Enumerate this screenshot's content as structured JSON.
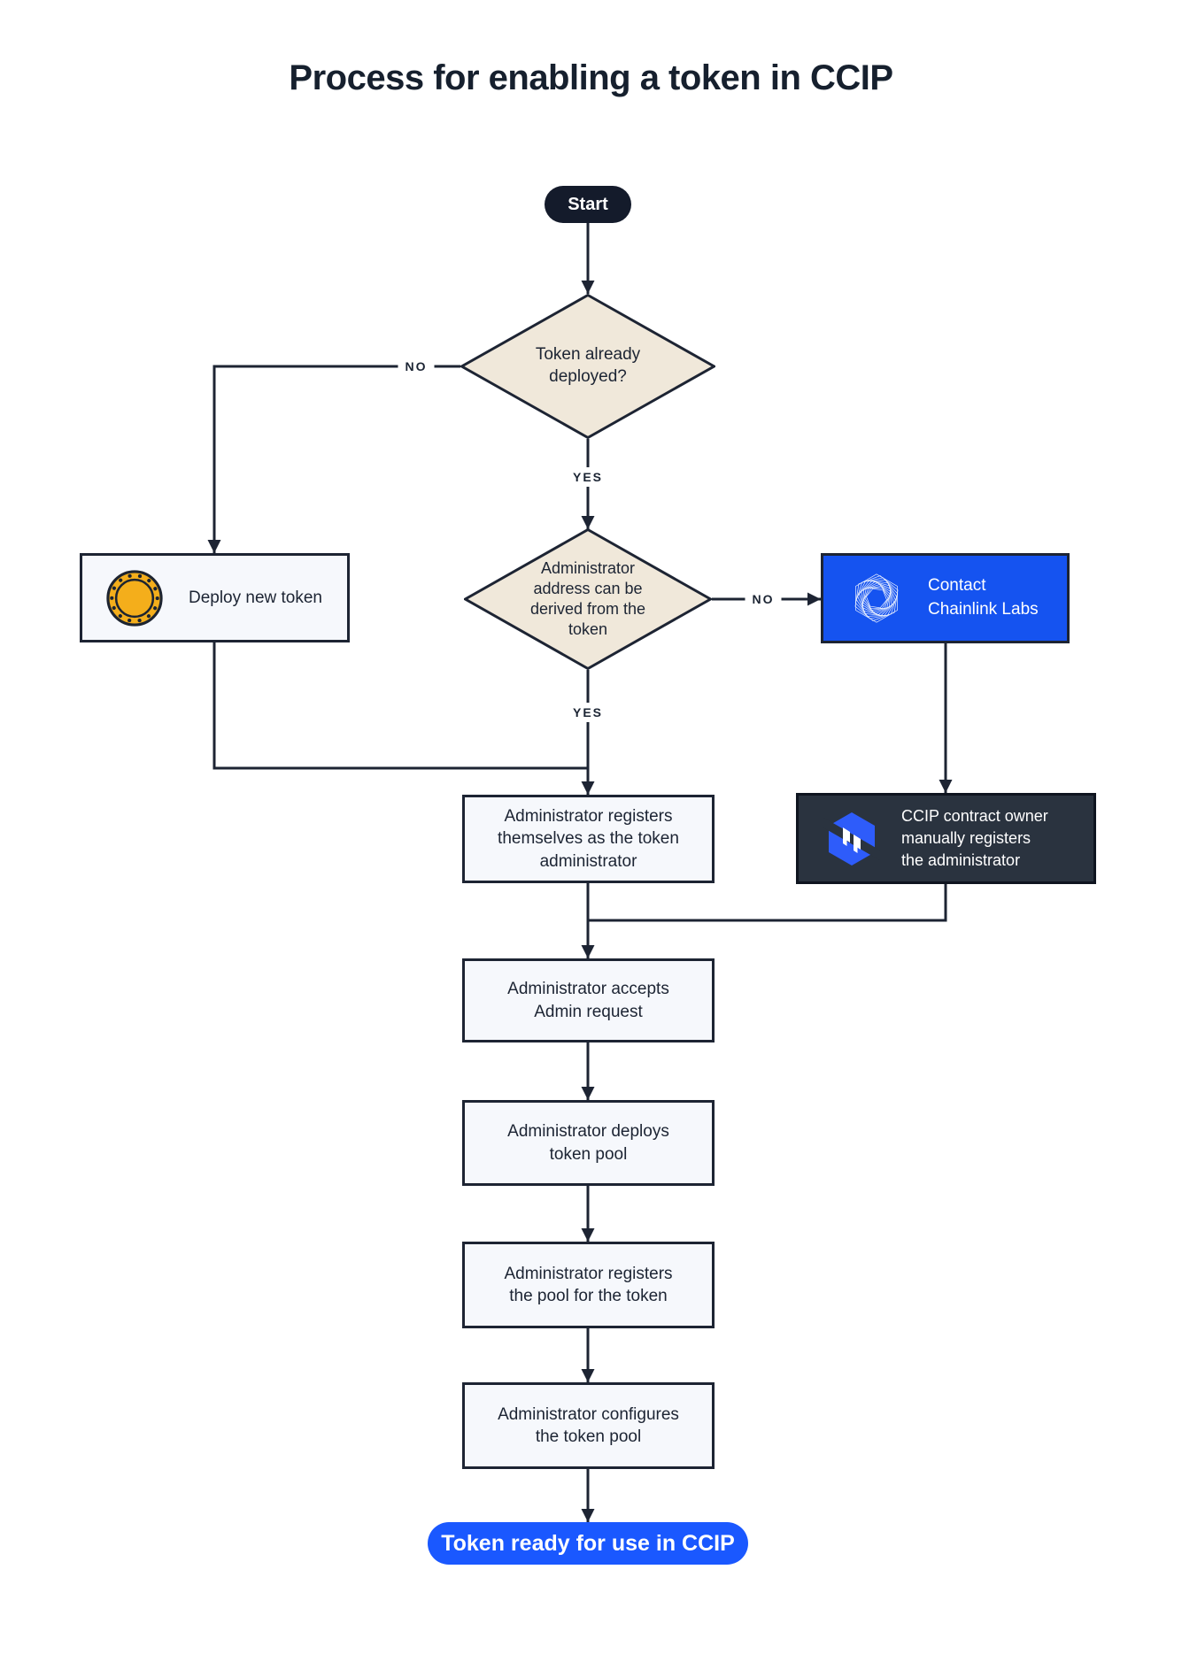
{
  "title": "Process for enabling a token in CCIP",
  "nodes": {
    "start": {
      "label": "Start",
      "type": "terminator"
    },
    "token_deployed": {
      "label": "Token already\ndeployed?",
      "type": "decision"
    },
    "deploy_new_token": {
      "label": "Deploy new token",
      "type": "process",
      "icon": "token-coin-icon"
    },
    "admin_derived": {
      "label": "Administrator\naddress can be\nderived from the\ntoken",
      "type": "decision"
    },
    "contact_chainlink": {
      "label": "Contact\nChainlink Labs",
      "type": "process",
      "icon": "chainlink-labs-logo-icon"
    },
    "register_self": {
      "label": "Administrator registers\nthemselves as the token\nadministrator",
      "type": "process"
    },
    "manual_register": {
      "label": "CCIP contract owner\nmanually registers\nthe administrator",
      "type": "process",
      "icon": "ccip-logo-icon"
    },
    "accept_request": {
      "label": "Administrator accepts\nAdmin request",
      "type": "process"
    },
    "deploy_pool": {
      "label": "Administrator deploys\ntoken pool",
      "type": "process"
    },
    "register_pool": {
      "label": "Administrator registers\nthe pool for the token",
      "type": "process"
    },
    "configure_pool": {
      "label": "Administrator configures\nthe token pool",
      "type": "process"
    },
    "token_ready": {
      "label": "Token ready for use in CCIP",
      "type": "terminator"
    }
  },
  "edge_labels": {
    "token_deployed_no": "NO",
    "token_deployed_yes": "YES",
    "admin_derived_no": "NO",
    "admin_derived_yes": "YES"
  },
  "colors": {
    "background": "#ffffff",
    "line": "#1d2433",
    "title_text": "#16202e",
    "diamond_fill": "#f0e8da",
    "process_fill": "#f6f8fc",
    "start_fill": "#141b2b",
    "dark_node_fill": "#2a333f",
    "chainlink_blue": "#1553f0",
    "end_pill_blue": "#1a58ff",
    "coin_gold": "#f4ae1b"
  }
}
